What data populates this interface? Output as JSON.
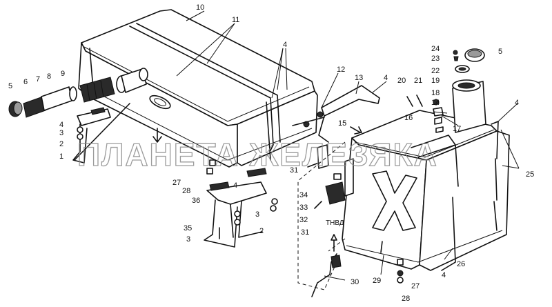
{
  "watermark": "ПЛАНЕТА ЖЕЛЕЗЯКА",
  "tnvd_label": "ТНВД",
  "callouts": [
    {
      "id": "c10",
      "text": "10"
    },
    {
      "id": "c11",
      "text": "11"
    },
    {
      "id": "c4a",
      "text": "4"
    },
    {
      "id": "c5a",
      "text": "5"
    },
    {
      "id": "c6",
      "text": "6"
    },
    {
      "id": "c7",
      "text": "7"
    },
    {
      "id": "c8",
      "text": "8"
    },
    {
      "id": "c9",
      "text": "9"
    },
    {
      "id": "c4b",
      "text": "4"
    },
    {
      "id": "c3a",
      "text": "3"
    },
    {
      "id": "c2a",
      "text": "2"
    },
    {
      "id": "c1",
      "text": "1"
    },
    {
      "id": "c12",
      "text": "12"
    },
    {
      "id": "c13",
      "text": "13"
    },
    {
      "id": "c4c",
      "text": "4"
    },
    {
      "id": "c20",
      "text": "20"
    },
    {
      "id": "c21",
      "text": "21"
    },
    {
      "id": "c24",
      "text": "24"
    },
    {
      "id": "c23",
      "text": "23"
    },
    {
      "id": "c5b",
      "text": "5"
    },
    {
      "id": "c22",
      "text": "22"
    },
    {
      "id": "c19",
      "text": "19"
    },
    {
      "id": "c18",
      "text": "18"
    },
    {
      "id": "c14",
      "text": "14"
    },
    {
      "id": "c4d",
      "text": "4"
    },
    {
      "id": "c16",
      "text": "16"
    },
    {
      "id": "c17",
      "text": "17"
    },
    {
      "id": "c15",
      "text": "15"
    },
    {
      "id": "c25",
      "text": "25"
    },
    {
      "id": "c31a",
      "text": "31"
    },
    {
      "id": "c34",
      "text": "34"
    },
    {
      "id": "c33",
      "text": "33"
    },
    {
      "id": "c32",
      "text": "32"
    },
    {
      "id": "c31b",
      "text": "31"
    },
    {
      "id": "c27a",
      "text": "27"
    },
    {
      "id": "c28a",
      "text": "28"
    },
    {
      "id": "c4e",
      "text": "4"
    },
    {
      "id": "c36",
      "text": "36"
    },
    {
      "id": "c3b",
      "text": "3"
    },
    {
      "id": "c2b",
      "text": "2"
    },
    {
      "id": "c35",
      "text": "35"
    },
    {
      "id": "c3c",
      "text": "3"
    },
    {
      "id": "c26",
      "text": "26"
    },
    {
      "id": "c4f",
      "text": "4"
    },
    {
      "id": "c29",
      "text": "29"
    },
    {
      "id": "c27b",
      "text": "27"
    },
    {
      "id": "c28b",
      "text": "28"
    },
    {
      "id": "c30",
      "text": "30"
    }
  ]
}
